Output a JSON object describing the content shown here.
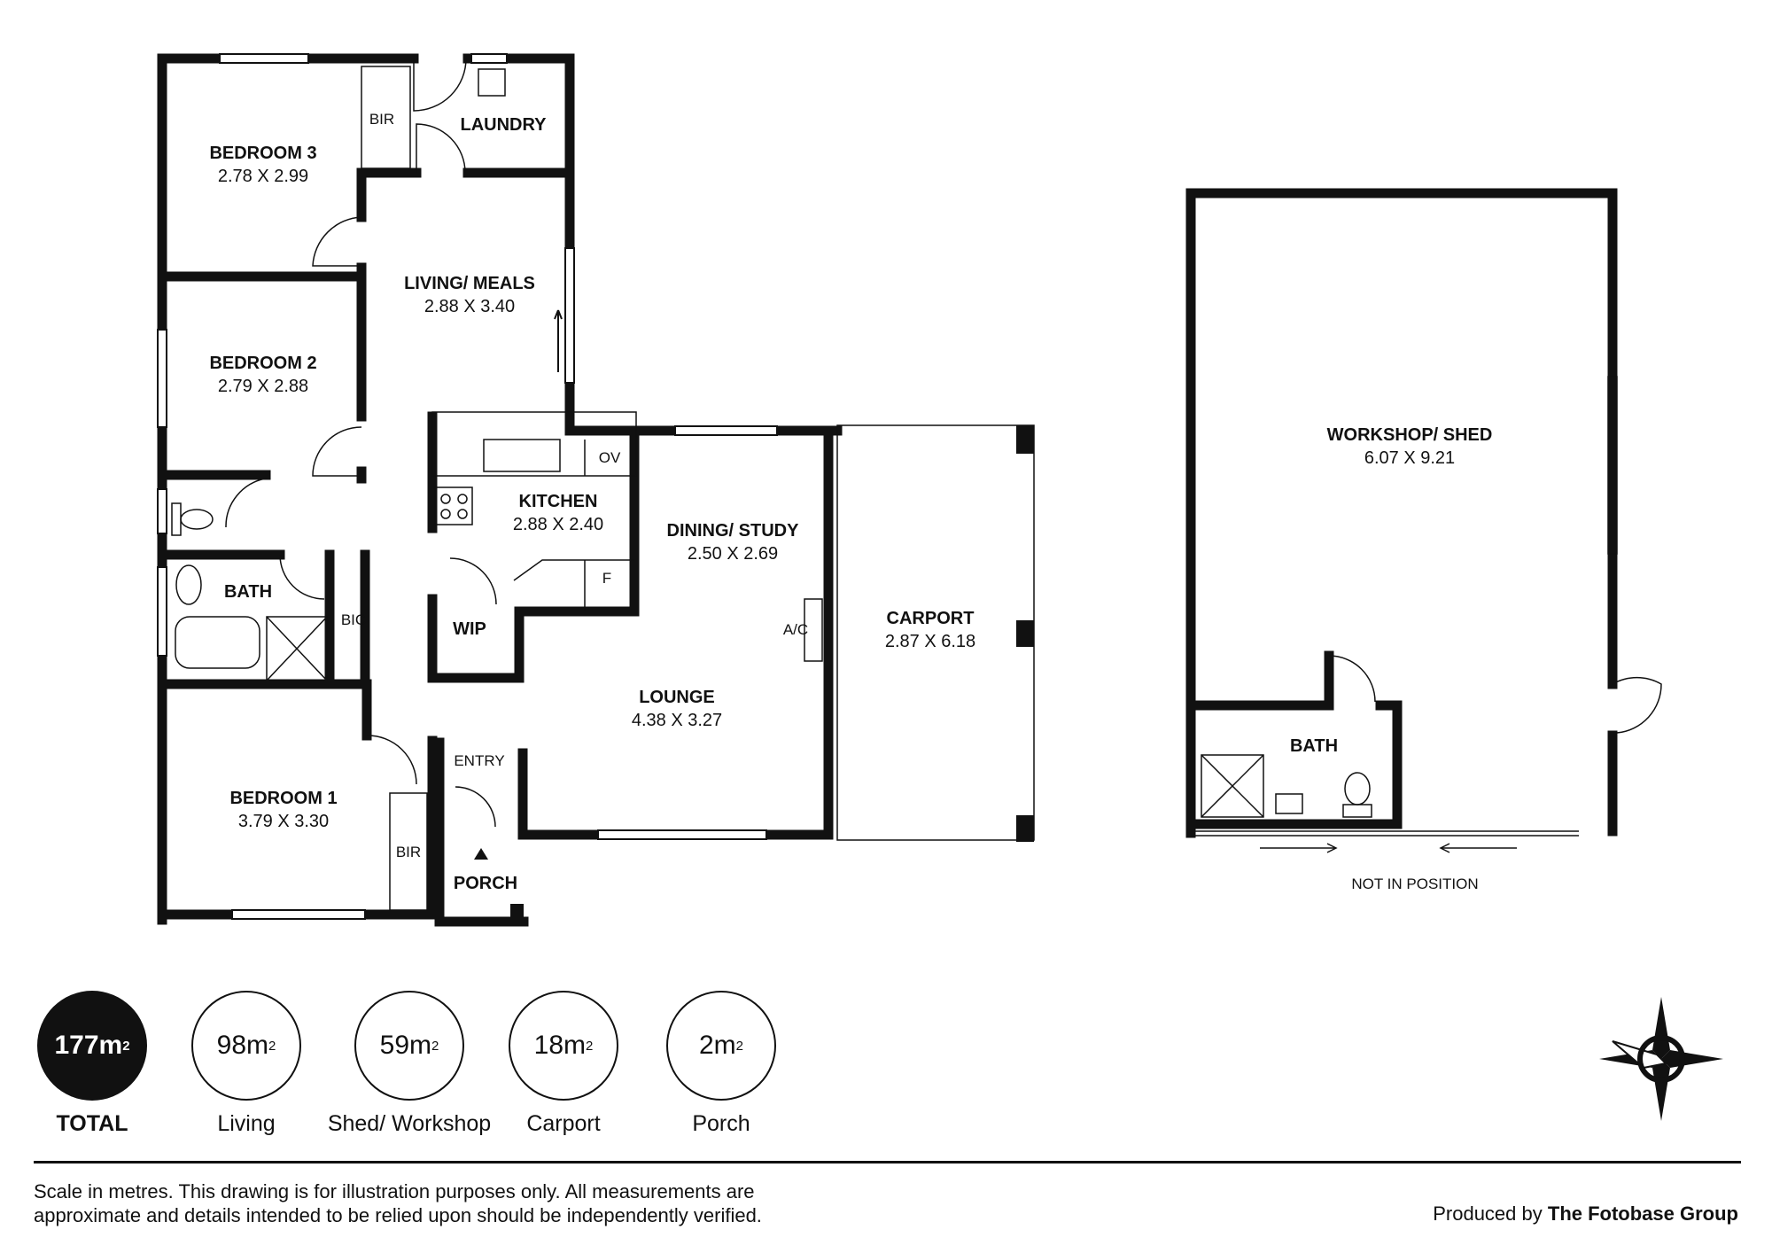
{
  "rooms": {
    "bedroom3": {
      "name": "BEDROOM 3",
      "dims": "2.78 X 2.99"
    },
    "bedroom2": {
      "name": "BEDROOM 2",
      "dims": "2.79 X 2.88"
    },
    "bedroom1": {
      "name": "BEDROOM 1",
      "dims": "3.79 X 3.30"
    },
    "living_meals": {
      "name": "LIVING/ MEALS",
      "dims": "2.88 X 3.40"
    },
    "kitchen": {
      "name": "KITCHEN",
      "dims": "2.88 X 2.40"
    },
    "dining_study": {
      "name": "DINING/ STUDY",
      "dims": "2.50 X 2.69"
    },
    "lounge": {
      "name": "LOUNGE",
      "dims": "4.38 X 3.27"
    },
    "carport": {
      "name": "CARPORT",
      "dims": "2.87 X 6.18"
    },
    "workshop": {
      "name": "WORKSHOP/ SHED",
      "dims": "6.07 X 9.21"
    },
    "laundry": {
      "name": "LAUNDRY"
    },
    "bath": {
      "name": "BATH"
    },
    "shed_bath": {
      "name": "BATH"
    },
    "wip": {
      "name": "WIP"
    },
    "porch": {
      "name": "PORCH"
    },
    "entry": {
      "name": "ENTRY"
    }
  },
  "fixtures": {
    "bir_top": "BIR",
    "bir_bottom": "BIR",
    "bic": "BIC",
    "oven": "OV",
    "fridge": "F",
    "aircon": "A/C",
    "not_in_position": "NOT IN POSITION"
  },
  "stats": [
    {
      "value": "177m",
      "unit": "2",
      "label": "TOTAL",
      "total": true
    },
    {
      "value": "98m",
      "unit": "2",
      "label": "Living",
      "total": false
    },
    {
      "value": "59m",
      "unit": "2",
      "label": "Shed/ Workshop",
      "total": false
    },
    {
      "value": "18m",
      "unit": "2",
      "label": "Carport",
      "total": false
    },
    {
      "value": "2m",
      "unit": "2",
      "label": "Porch",
      "total": false
    }
  ],
  "footer": {
    "disclaimer": "Scale in metres. This drawing is for illustration purposes only. All measurements are approximate and details intended to be relied upon should be independently verified.",
    "producer_prefix": "Produced by",
    "producer_name": "The Fotobase Group"
  }
}
